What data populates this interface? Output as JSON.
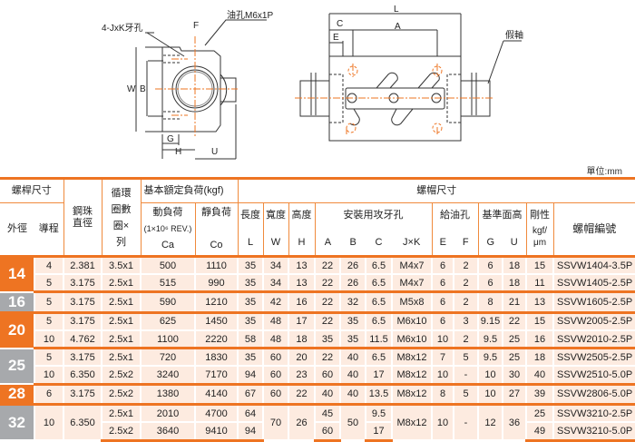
{
  "drawings": {
    "end_view": {
      "tap_label": "4-JxK牙孔",
      "oil_label": "油孔M6x1P",
      "dims": {
        "w": "W",
        "b": "B",
        "f": "F",
        "g": "G",
        "h": "H",
        "u": "U"
      }
    },
    "side_view": {
      "shaft_label": "假軸",
      "dims": {
        "l": "L",
        "a": "A",
        "c": "C",
        "e": "E"
      }
    }
  },
  "unit": "單位:mm",
  "header": {
    "screw_size": "螺桿尺寸",
    "outer_dia": "外徑",
    "lead": "導程",
    "ball_dia": "鋼珠直徑",
    "circuits": "循環圈數圈×列",
    "load_rating": "基本額定負荷(kgf)",
    "dynamic": "動負荷",
    "dynamic_unit": "(1×10⁶ REV.)",
    "ca": "Ca",
    "static": "靜負荷",
    "co": "Co",
    "nut_size": "螺帽尺寸",
    "length": "長度",
    "l": "L",
    "width": "寬度",
    "w": "W",
    "height": "高度",
    "h": "H",
    "mount_tap": "安裝用攻牙孔",
    "a": "A",
    "b": "B",
    "c": "C",
    "jxk": "J×K",
    "oil_hole": "給油孔",
    "e": "E",
    "f": "F",
    "ref_height": "基準面高",
    "g": "G",
    "u": "U",
    "rigidity": "剛性",
    "rigidity_unit": "kgf/μm",
    "nut_no": "螺帽編號"
  },
  "colors": {
    "orange": "#ee7422",
    "gray": "#a7a9ac",
    "row_bg": "#fdebe0"
  },
  "groups": [
    {
      "size": "14",
      "color": "orange",
      "rows": [
        [
          "4",
          "2.381",
          "3.5x1",
          "500",
          "1110",
          "35",
          "34",
          "13",
          "22",
          "26",
          "6.5",
          "M4x7",
          "6",
          "2",
          "6",
          "18",
          "15",
          "SSVW1404-3.5P"
        ],
        [
          "5",
          "3.175",
          "2.5x1",
          "515",
          "990",
          "35",
          "34",
          "13",
          "22",
          "26",
          "6.5",
          "M4x7",
          "6",
          "2",
          "6",
          "18",
          "11",
          "SSVW1405-2.5P"
        ]
      ]
    },
    {
      "size": "16",
      "color": "gray",
      "rows": [
        [
          "5",
          "3.175",
          "2.5x1",
          "590",
          "1210",
          "35",
          "42",
          "16",
          "22",
          "32",
          "6.5",
          "M5x8",
          "6",
          "2",
          "8",
          "21",
          "13",
          "SSVW1605-2.5P"
        ]
      ]
    },
    {
      "size": "20",
      "color": "orange",
      "rows": [
        [
          "5",
          "3.175",
          "2.5x1",
          "625",
          "1450",
          "35",
          "48",
          "17",
          "22",
          "35",
          "6.5",
          "M6x10",
          "6",
          "3",
          "9.15",
          "22",
          "15",
          "SSVW2005-2.5P"
        ],
        [
          "10",
          "4.762",
          "2.5x1",
          "1100",
          "2220",
          "58",
          "48",
          "18",
          "35",
          "35",
          "11.5",
          "M6x10",
          "10",
          "2",
          "9.5",
          "25",
          "16",
          "SSVW2010-2.5P"
        ]
      ]
    },
    {
      "size": "25",
      "color": "gray",
      "rows": [
        [
          "5",
          "3.175",
          "2.5x1",
          "720",
          "1830",
          "35",
          "60",
          "20",
          "22",
          "40",
          "6.5",
          "M8x12",
          "7",
          "5",
          "9.5",
          "25",
          "18",
          "SSVW2505-2.5P"
        ],
        [
          "10",
          "6.350",
          "2.5x2",
          "3240",
          "7170",
          "94",
          "60",
          "23",
          "60",
          "40",
          "17",
          "M8x12",
          "10",
          "-",
          "10",
          "30",
          "40",
          "SSVW2510-5.0P"
        ]
      ]
    },
    {
      "size": "28",
      "color": "orange",
      "rows": [
        [
          "6",
          "3.175",
          "2.5x2",
          "1380",
          "4140",
          "67",
          "60",
          "22",
          "40",
          "40",
          "13.5",
          "M8x12",
          "8",
          "5",
          "10",
          "27",
          "39",
          "SSVW2806-5.0P"
        ]
      ]
    },
    {
      "size": "32",
      "color": "gray",
      "rows": [
        [
          "10",
          "6.350",
          "2.5x1",
          "2010",
          "4700",
          "64",
          "70",
          "26",
          "45",
          "50",
          "9.5",
          "M8x12",
          "10",
          "-",
          "12",
          "36",
          "25",
          "SSVW3210-2.5P"
        ],
        [
          null,
          null,
          "2.5x2",
          "3640",
          "9410",
          "94",
          null,
          null,
          "60",
          null,
          "17",
          null,
          null,
          null,
          null,
          null,
          "49",
          "SSVW3210-5.0P"
        ]
      ]
    }
  ]
}
